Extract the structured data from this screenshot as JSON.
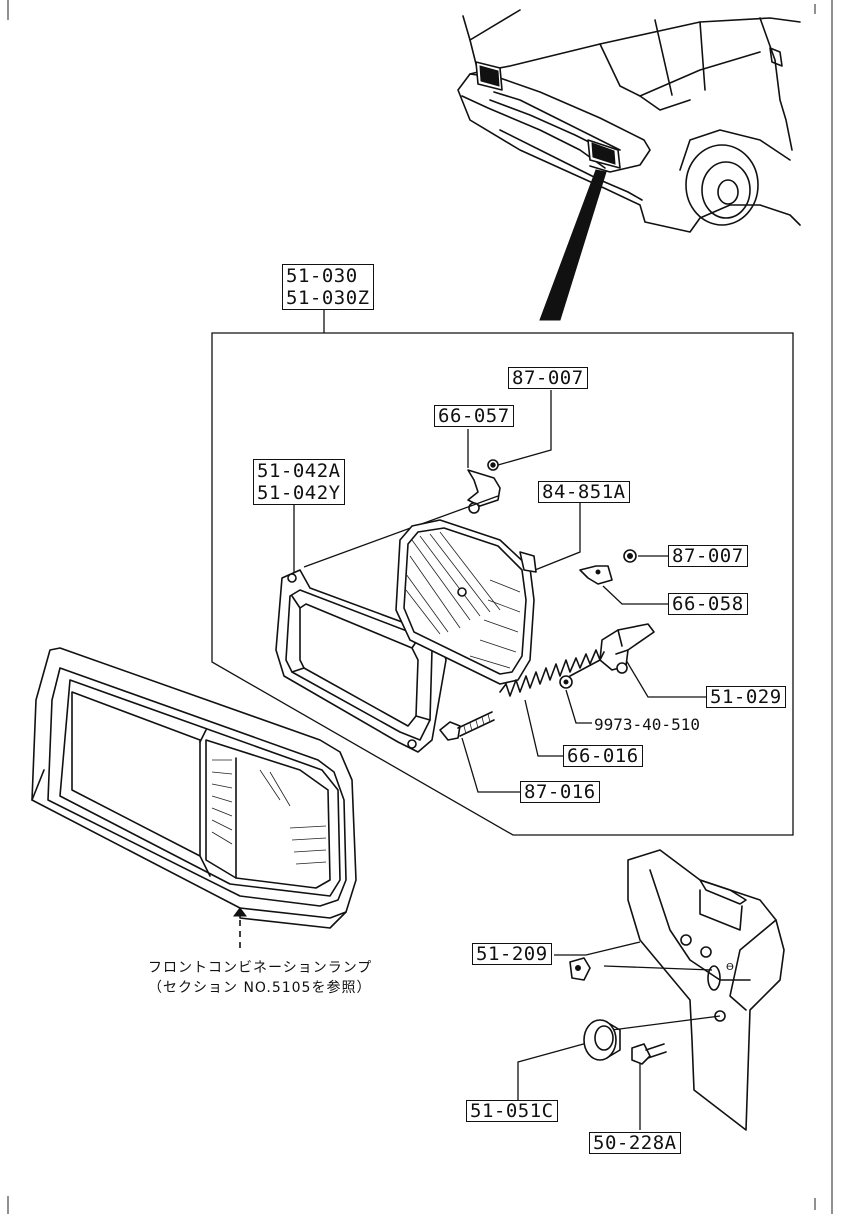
{
  "parts": {
    "assembly": {
      "line1": "51-030",
      "line2": "51-030Z"
    },
    "housing": {
      "line1": "51-042A",
      "line2": "51-042Y"
    },
    "bracket_upper": "66-057",
    "nut_upper": "87-007",
    "headlamp_unit": "84-851A",
    "nut_right": "87-007",
    "bracket_right": "66-058",
    "adjuster": "51-029",
    "screw": "9973-40-510",
    "spring": "66-016",
    "adjusting_screw": "87-016",
    "clip": "51-209",
    "grommet": "51-051C",
    "bolt": "50-228A"
  },
  "note": {
    "line1": "フロントコンビネーションランプ",
    "line2": "（セクション NO.5105を参照）"
  }
}
